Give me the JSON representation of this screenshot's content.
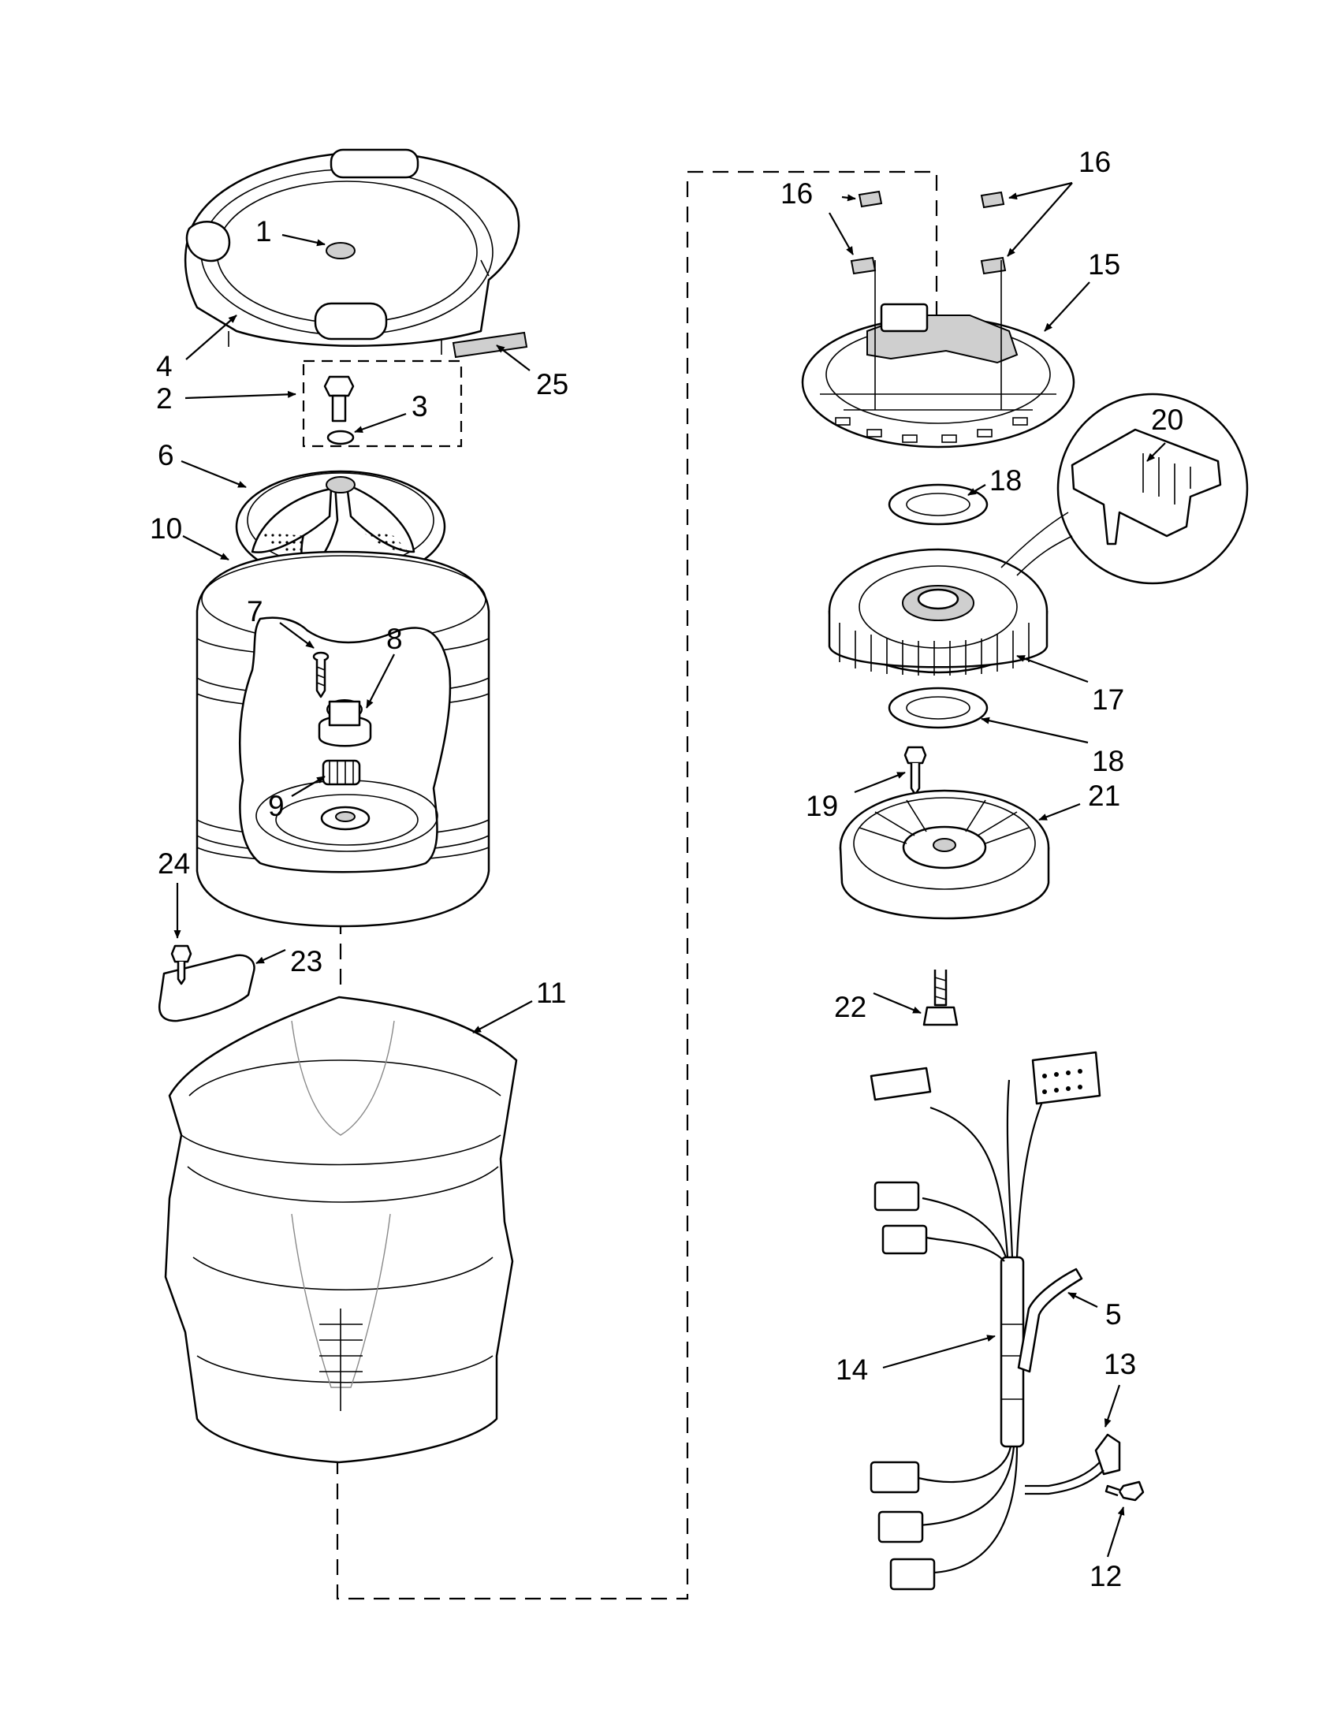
{
  "callouts": {
    "c1": "1",
    "c2": "2",
    "c3": "3",
    "c4": "4",
    "c5": "5",
    "c6": "6",
    "c7": "7",
    "c8": "8",
    "c9": "9",
    "c10": "10",
    "c11": "11",
    "c12": "12",
    "c13": "13",
    "c14": "14",
    "c15": "15",
    "c16a": "16",
    "c16b": "16",
    "c17": "17",
    "c18a": "18",
    "c18b": "18",
    "c19": "19",
    "c20": "20",
    "c21": "21",
    "c22": "22",
    "c23": "23",
    "c24": "24",
    "c25": "25"
  },
  "colors": {
    "line": "#000000",
    "fill": "#ffffff",
    "shade": "#cfcfcf"
  }
}
